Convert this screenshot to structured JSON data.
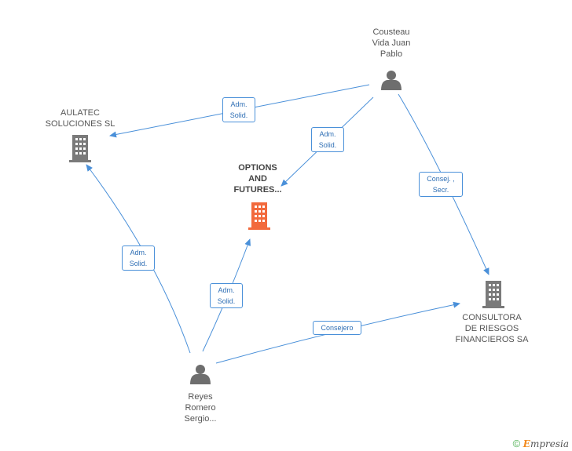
{
  "colors": {
    "edge": "#4a90d9",
    "company": "#7a7a7a",
    "focus_company": "#f26a3d",
    "person": "#6e6e6e"
  },
  "nodes": {
    "cousteau": {
      "label_lines": [
        "Cousteau",
        "Vida Juan",
        "Pablo"
      ],
      "icon": "person-icon"
    },
    "aulatec": {
      "label_lines": [
        "AULATEC",
        "SOLUCIONES SL"
      ],
      "icon": "building-icon"
    },
    "options": {
      "label_lines": [
        "OPTIONS",
        "AND",
        "FUTURES..."
      ],
      "icon": "building-icon"
    },
    "consultora": {
      "label_lines": [
        "CONSULTORA",
        "DE RIESGOS",
        "FINANCIEROS SA"
      ],
      "icon": "building-icon"
    },
    "reyes": {
      "label_lines": [
        "Reyes",
        "Romero",
        "Sergio..."
      ],
      "icon": "person-icon"
    }
  },
  "edges": {
    "cousteau_aulatec": {
      "lines": [
        "Adm.",
        "Solid."
      ]
    },
    "cousteau_options": {
      "lines": [
        "Adm.",
        "Solid."
      ]
    },
    "cousteau_consultora": {
      "lines": [
        "Consej. ,",
        "Secr."
      ]
    },
    "reyes_aulatec": {
      "lines": [
        "Adm.",
        "Solid."
      ]
    },
    "reyes_options": {
      "lines": [
        "Adm.",
        "Solid."
      ]
    },
    "reyes_consultora": {
      "lines": [
        "Consejero"
      ]
    }
  },
  "footer": {
    "copyright": "©",
    "brand_initial": "E",
    "brand_rest": "mpresia"
  }
}
